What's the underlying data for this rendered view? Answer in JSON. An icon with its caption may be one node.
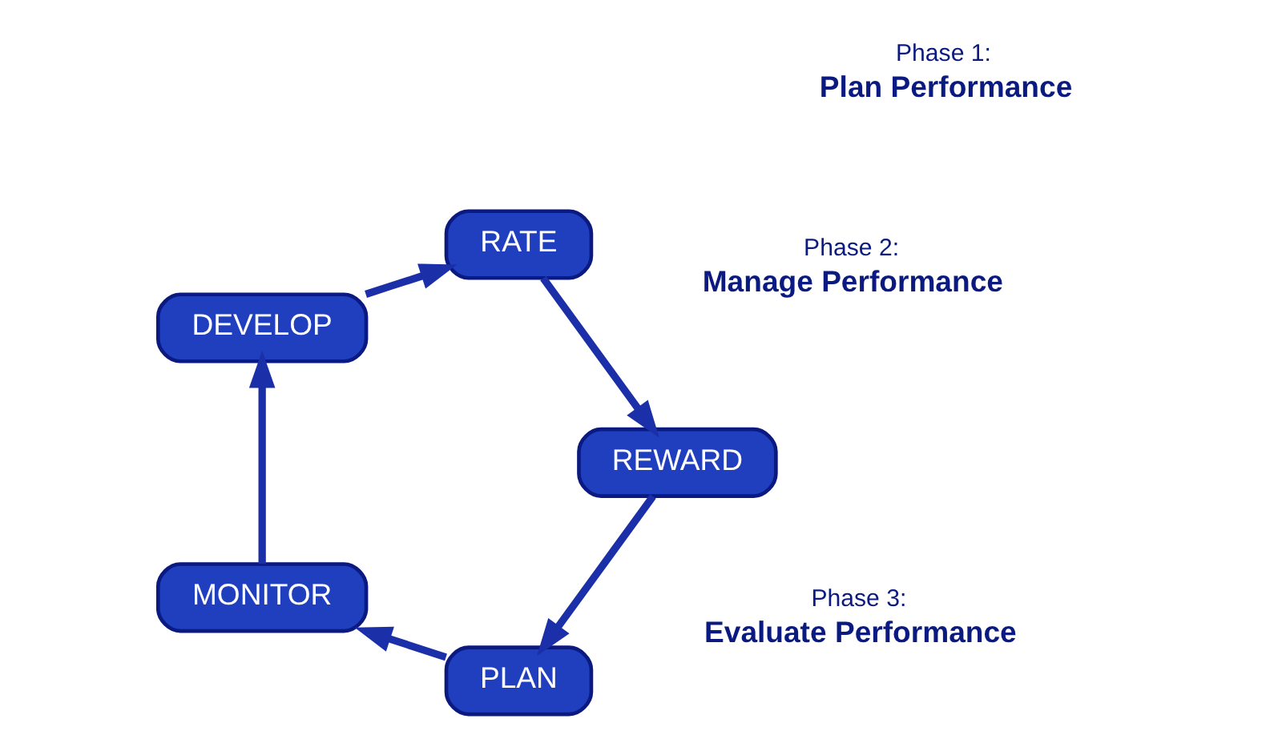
{
  "diagram": {
    "nodes": [
      {
        "text": [
          "PLAN"
        ]
      },
      {
        "text": [
          "MONITOR"
        ]
      },
      {
        "text": [
          "DEVELOP"
        ]
      },
      {
        "text": [
          "RATE"
        ]
      },
      {
        "text": [
          "REWARD"
        ]
      }
    ],
    "edges": [
      {
        "from": 0,
        "to": 1,
        "arrow": "to"
      },
      {
        "from": 1,
        "to": 2,
        "arrow": "to"
      },
      {
        "from": 2,
        "to": 3,
        "arrow": "to"
      },
      {
        "from": 3,
        "to": 4,
        "arrow": "to"
      },
      {
        "from": 4,
        "to": 0,
        "arrow": "to"
      }
    ],
    "labels": [
      "Phase 1:",
      "Plan Performance",
      "Phase 2:",
      "Manage Performance",
      "Phase 3:",
      "Evaluate Performance"
    ]
  }
}
